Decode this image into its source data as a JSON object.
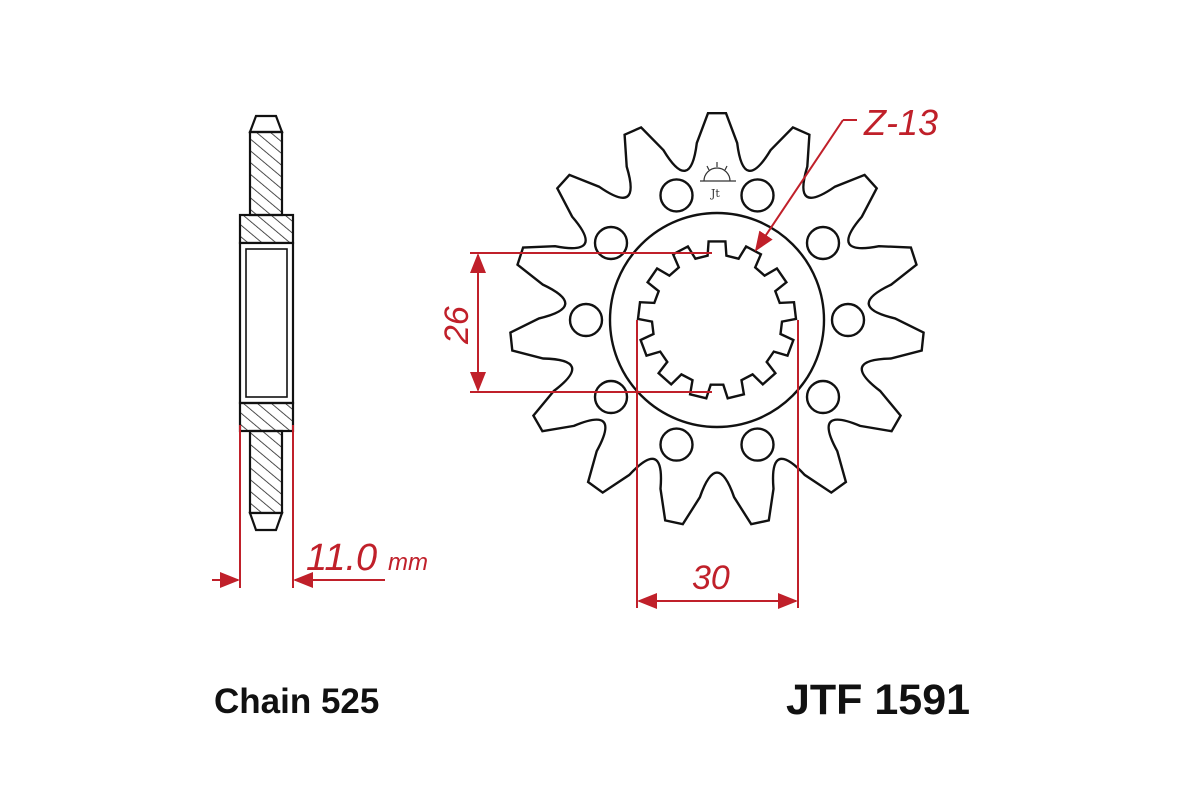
{
  "labels": {
    "chain": "Chain 525",
    "part_number": "JTF 1591"
  },
  "dimensions": {
    "thickness_value": "11.0",
    "thickness_unit": "mm",
    "spline_height": "26",
    "spline_width": "30",
    "spline_teeth": "Z-13"
  },
  "sprocket": {
    "teeth": 15,
    "holes": 10,
    "spline_teeth": 13
  },
  "colors": {
    "outline": "#111111",
    "dimension": "#c0202a"
  }
}
